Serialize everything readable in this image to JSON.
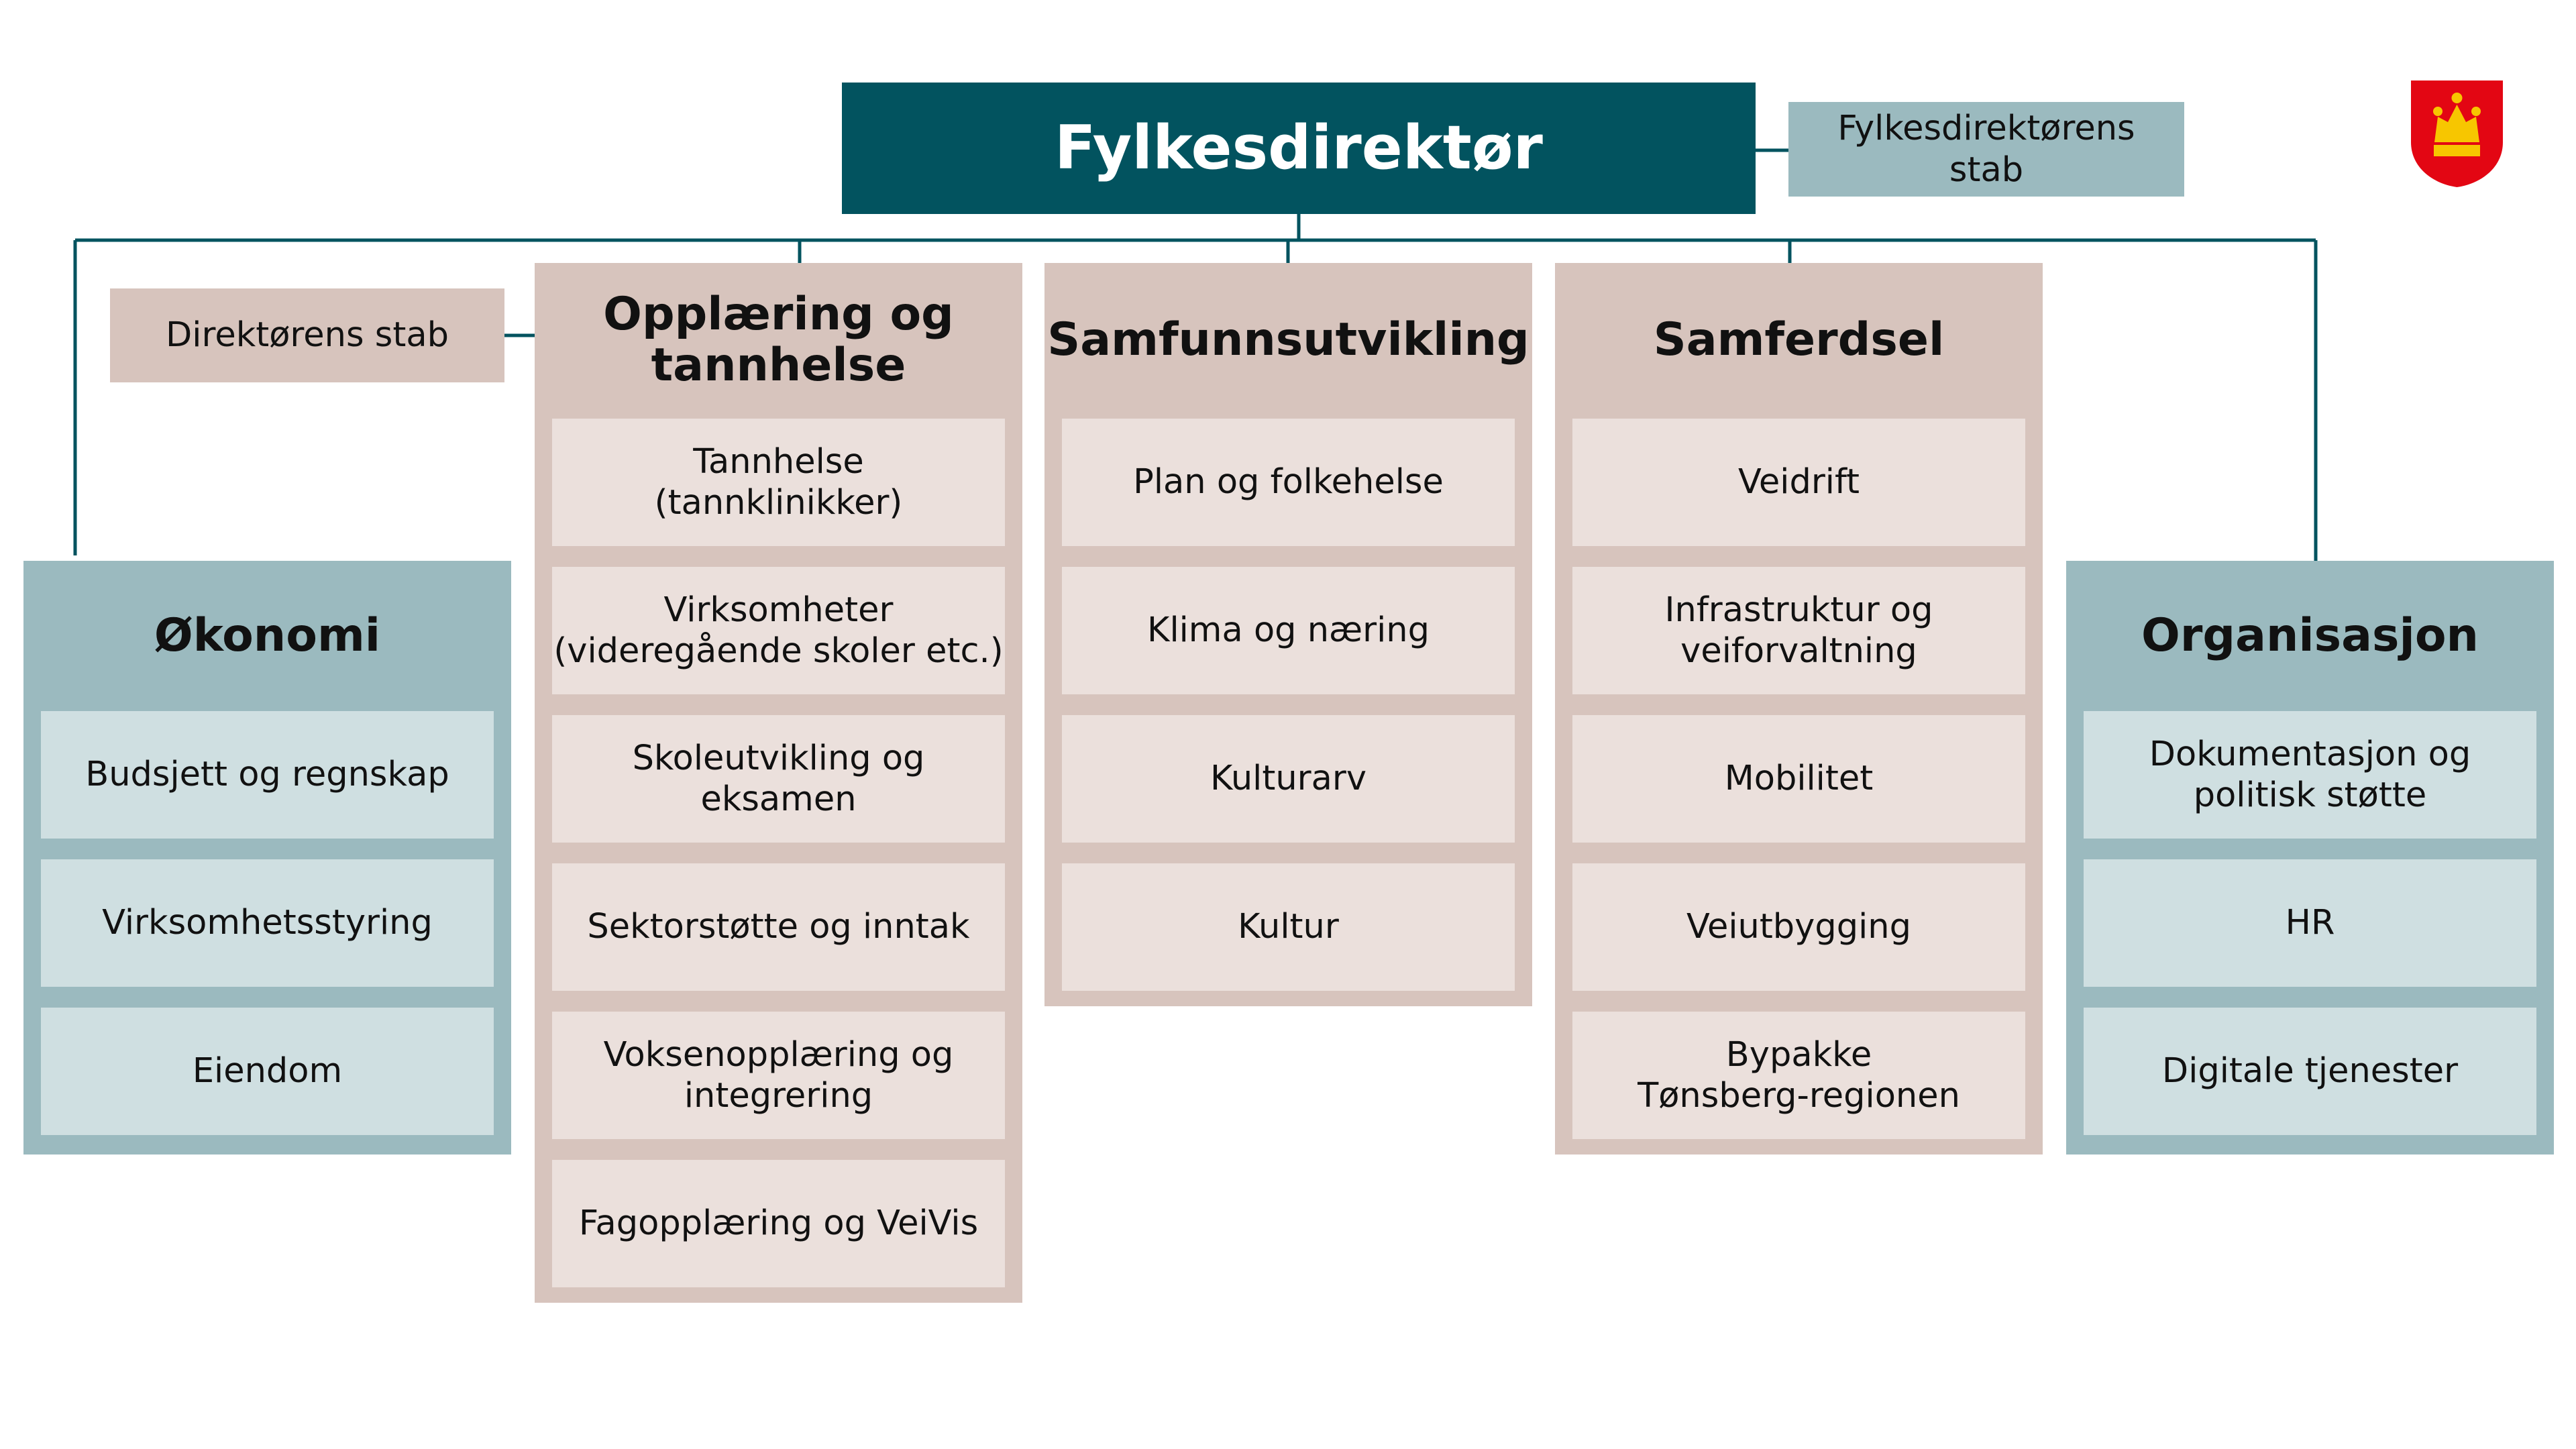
{
  "colors": {
    "director": "#02535f",
    "teal_panel": "#9bbabf",
    "teal_unit": "#cfdfe1",
    "rose_panel": "#d7c4bd",
    "rose_unit": "#ebe0dc",
    "connector": "#02535f"
  },
  "director": {
    "title": "Fylkesdirektør"
  },
  "director_staff": {
    "label": "Fylkesdirektørens\nstab"
  },
  "directors_staff": {
    "label": "Direktørens stab"
  },
  "logo": {
    "icon": "county-crown-shield-icon"
  },
  "departments": [
    {
      "title": "Økonomi",
      "units": [
        "Budsjett og regnskap",
        "Virksomhetsstyring",
        "Eiendom"
      ]
    },
    {
      "title": "Opplæring og\ntannhelse",
      "units": [
        "Tannhelse\n(tannklinikker)",
        "Virksomheter\n(videregående skoler etc.)",
        "Skoleutvikling og\neksamen",
        "Sektorstøtte og inntak",
        "Voksenopplæring og\nintegrering",
        "Fagopplæring og VeiVis"
      ]
    },
    {
      "title": "Samfunnsutvikling",
      "units": [
        "Plan og folkehelse",
        "Klima og næring",
        "Kulturarv",
        "Kultur"
      ]
    },
    {
      "title": "Samferdsel",
      "units": [
        "Veidrift",
        "Infrastruktur og\nveiforvaltning",
        "Mobilitet",
        "Veiutbygging",
        "Bypakke\nTønsberg-regionen"
      ]
    },
    {
      "title": "Organisasjon",
      "units": [
        "Dokumentasjon og\npolitisk støtte",
        "HR",
        "Digitale tjenester"
      ]
    }
  ]
}
